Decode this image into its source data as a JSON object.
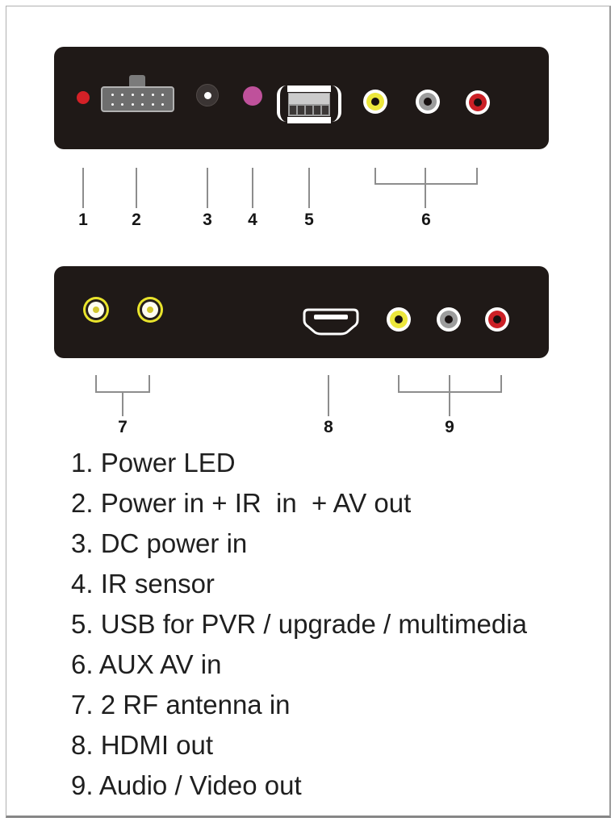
{
  "colors": {
    "panel": "#1f1917",
    "led_red": "#d42127",
    "dc_jack": "#3a3433",
    "ir_magenta": "#bf519b",
    "rca_yellow": "#ece73c",
    "rca_gray": "#9c9c9c",
    "rca_red": "#cb2026",
    "rca_hole": "#171010",
    "rf_yellow": "#e9e42c",
    "rf_center": "#d2c72e",
    "callout_line": "#8d8d8d",
    "text": "#1f1f1f"
  },
  "top_panel": {
    "connectors": [
      "power-led",
      "power-ir-av-multi-pin-connector",
      "dc-power-jack",
      "ir-sensor",
      "usb-port",
      "rca-jack-yellow",
      "rca-jack-white",
      "rca-jack-red"
    ]
  },
  "bottom_panel": {
    "connectors": [
      "rf-antenna-jack-1",
      "rf-antenna-jack-2",
      "hdmi-port",
      "rca-jack-yellow",
      "rca-jack-white",
      "rca-jack-red"
    ]
  },
  "callouts": {
    "top": [
      "1",
      "2",
      "3",
      "4",
      "5",
      "6"
    ],
    "bottom": [
      "7",
      "8",
      "9"
    ]
  },
  "legend": {
    "items": [
      "1. Power LED",
      "2. Power in + IR  in  + AV out",
      "3. DC power in",
      "4. IR sensor",
      "5. USB for PVR / upgrade / multimedia",
      "6. AUX AV in",
      "7. 2 RF antenna in",
      "8. HDMI out",
      "9. Audio / Video out"
    ]
  }
}
